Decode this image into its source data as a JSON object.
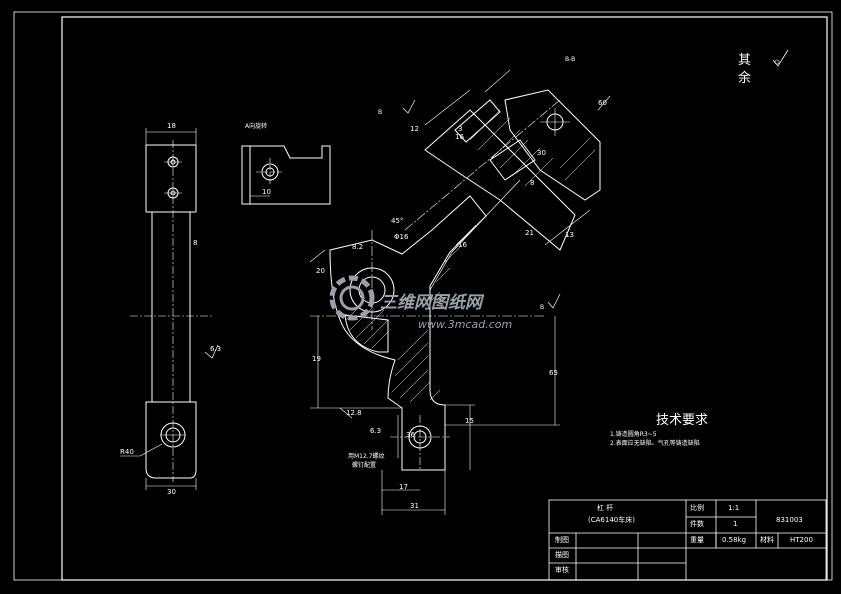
{
  "roughness": {
    "label": "其余",
    "char1": "其",
    "char2": "余"
  },
  "views": {
    "section_b": "B-B",
    "view_a": "A向旋转",
    "label_b_left": "B",
    "label_b_right": "B"
  },
  "dimensions": {
    "side_width": "18",
    "side_bottom": "30",
    "side_r": "R40",
    "side_small": "8",
    "side_tol": "6.3",
    "a_view": "10",
    "angle": "45°",
    "phi": "Φ16",
    "d_8_2": "8.2",
    "d_20": "20",
    "d_60": "60",
    "d_12": "12",
    "d_3": "3",
    "d_16": "16",
    "d_30": "30",
    "d_8": "8",
    "d_21": "21",
    "d_13": "13",
    "d_16b": "16",
    "d_65": "65",
    "d_19": "19",
    "d_12_8": "12.8",
    "d_36": "36",
    "d_15": "15",
    "d_17": "17",
    "d_31": "31",
    "d_6_3": "6.3",
    "thread_note": "用M12.7螺纹",
    "thread_note2": "螺钉配置"
  },
  "tech_requirements": {
    "title": "技术要求",
    "items": [
      "1.铸造圆角R3~5",
      "2.表面应无缺陷、气孔等铸造缺陷"
    ]
  },
  "title_block": {
    "part_name": "杠  杆",
    "part_sub": "(CA6140车床)",
    "scale_label": "比例",
    "scale_value": "1:1",
    "qty_label": "件数",
    "qty_value": "1",
    "drawing_no": "831003",
    "weight_label": "重量",
    "weight_value": "0.58kg",
    "material_label": "材料",
    "material_value": "HT200",
    "draw_label": "制图",
    "design_label": "描图",
    "check_label": "审核"
  },
  "watermark": {
    "name": "三维网图纸网",
    "url": "www.3mcad.com"
  }
}
